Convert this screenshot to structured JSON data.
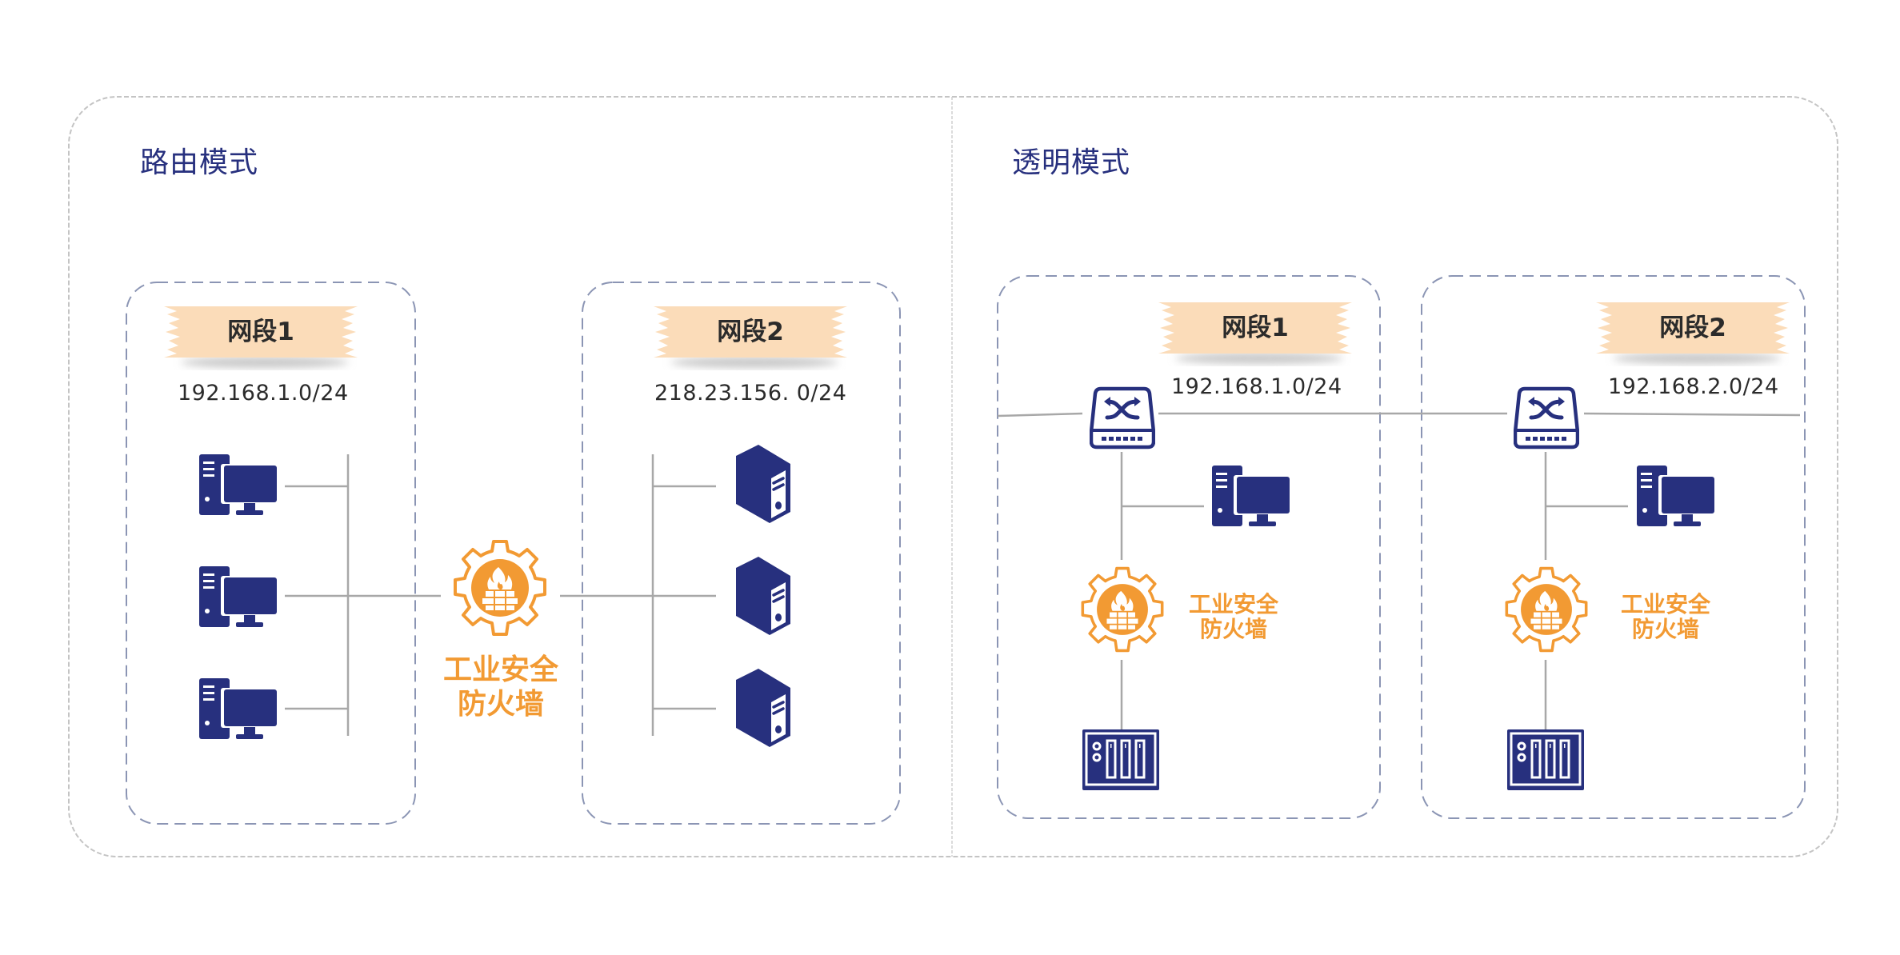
{
  "colors": {
    "navy": "#27307e",
    "orange": "#f29a33",
    "banner": "#fbdcb9",
    "line": "#a8a8a8",
    "box_border": "#8b95b4",
    "frame_border": "#c4c4c4"
  },
  "routing_mode": {
    "title": "路由模式",
    "firewall_label_line1": "工业安全",
    "firewall_label_line2": "防火墙",
    "segments": [
      {
        "label": "网段1",
        "ip": "192.168.1.0/24",
        "devices": [
          "pc-icon",
          "pc-icon",
          "pc-icon"
        ]
      },
      {
        "label": "网段2",
        "ip": "218.23.156. 0/24",
        "devices": [
          "server-tower-icon",
          "server-tower-icon",
          "server-tower-icon"
        ]
      }
    ]
  },
  "transparent_mode": {
    "title": "透明模式",
    "segments": [
      {
        "label": "网段1",
        "ip": "192.168.1.0/24",
        "switch": "switch-icon",
        "pc": "pc-icon",
        "firewall_label_line1": "工业安全",
        "firewall_label_line2": "防火墙",
        "controller": "plc-icon"
      },
      {
        "label": "网段2",
        "ip": "192.168.2.0/24",
        "switch": "switch-icon",
        "pc": "pc-icon",
        "firewall_label_line1": "工业安全",
        "firewall_label_line2": "防火墙",
        "controller": "plc-icon"
      }
    ]
  }
}
